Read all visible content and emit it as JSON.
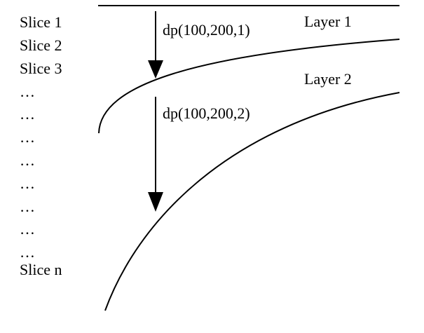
{
  "slices": {
    "items": [
      "Slice 1",
      "Slice 2",
      "Slice 3",
      "…",
      "…",
      "…",
      "…",
      "…",
      "…",
      "…",
      "…",
      "Slice n"
    ]
  },
  "layers": {
    "layer1": "Layer 1",
    "layer2": "Layer 2"
  },
  "arrows": {
    "arrow1_label": "dp(100,200,1)",
    "arrow2_label": "dp(100,200,2)"
  },
  "colors": {
    "ink": "#000000",
    "background": "#ffffff"
  }
}
